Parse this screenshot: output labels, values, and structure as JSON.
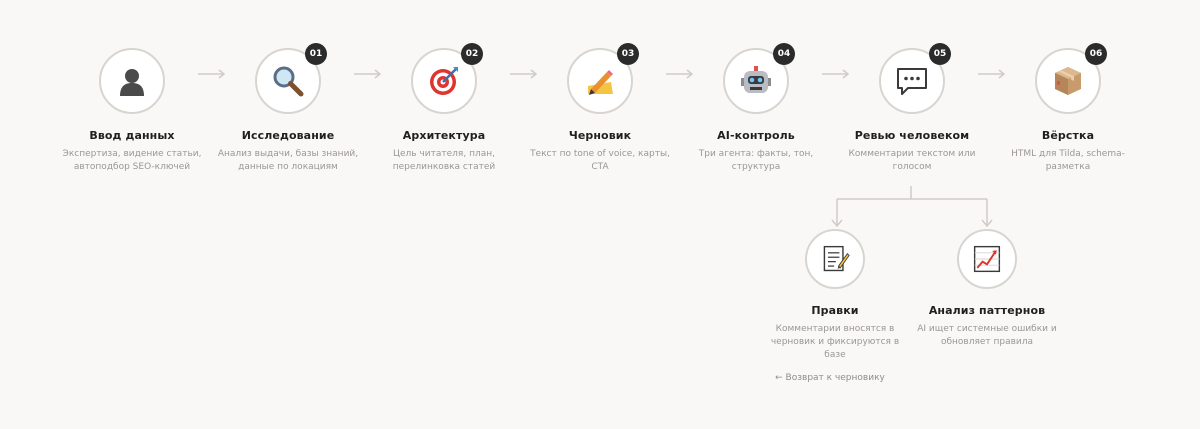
{
  "colors": {
    "background": "#f9f8f6",
    "circle_border": "#d8d5d1",
    "badge": "#2b2b2b",
    "title": "#1f1f1f",
    "desc": "#9a9794",
    "connector": "#cfcbc7"
  },
  "steps": [
    {
      "title": "Ввод данных",
      "desc": "Экспертиза, видение статьи, автоподбор SEO-ключей",
      "badge": "",
      "icon": "person-silhouette-icon"
    },
    {
      "title": "Исследование",
      "desc": "Анализ выдачи, базы знаний, данные по локациям",
      "badge": "01",
      "icon": "magnifier-icon"
    },
    {
      "title": "Архитектура",
      "desc": "Цель читателя, план, перелинковка статей",
      "badge": "02",
      "icon": "target-icon"
    },
    {
      "title": "Черновик",
      "desc": "Текст по tone of voice, карты, CTA",
      "badge": "03",
      "icon": "pencil-writing-icon"
    },
    {
      "title": "AI-контроль",
      "desc": "Три агента: факты, тон, структура",
      "badge": "04",
      "icon": "robot-icon"
    },
    {
      "title": "Ревью человеком",
      "desc": "Комментарии текстом или голосом",
      "badge": "05",
      "icon": "speech-bubble-icon"
    },
    {
      "title": "Вёрстка",
      "desc": "HTML для Tilda, schema-разметка",
      "badge": "06",
      "icon": "package-icon"
    }
  ],
  "branches": [
    {
      "title": "Правки",
      "desc": "Комментарии вносятся в черновик и фиксируются в базе",
      "icon": "memo-icon"
    },
    {
      "title": "Анализ паттернов",
      "desc": "AI ищет системные ошибки и обновляет правила",
      "icon": "chart-increasing-icon"
    }
  ],
  "return_link": "← Возврат к черновику"
}
